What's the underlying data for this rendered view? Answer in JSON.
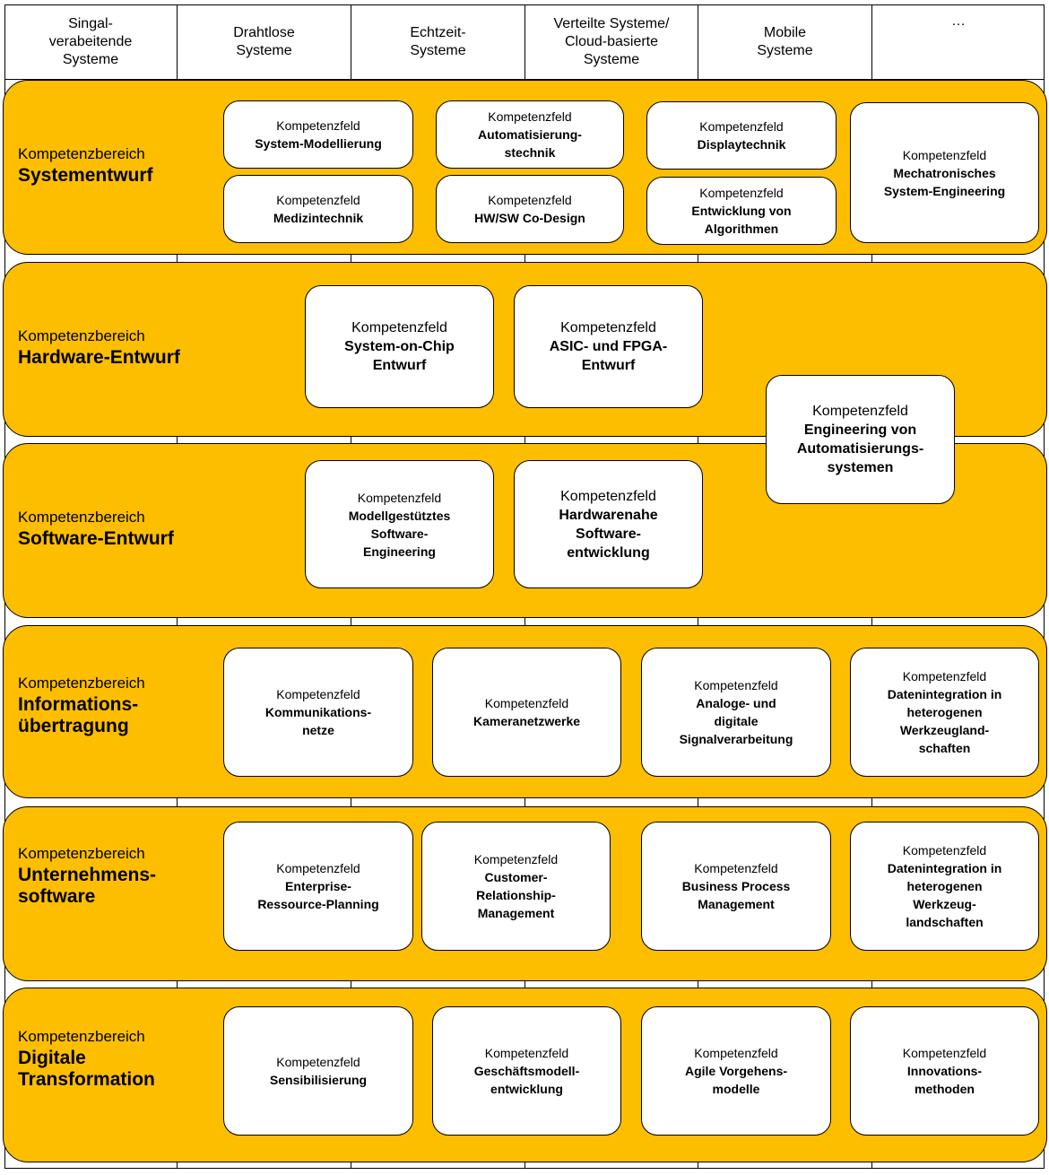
{
  "columns": [
    {
      "label": "Singal-\nverabeitende\nSysteme"
    },
    {
      "label": "Drahtlose\nSysteme"
    },
    {
      "label": "Echtzeit-\nSysteme"
    },
    {
      "label": "Verteilte Systeme/\nCloud-basierte\nSysteme"
    },
    {
      "label": "Mobile\nSysteme"
    },
    {
      "label": "…"
    }
  ],
  "field_prefix": "Kompetenzfeld",
  "areas": [
    {
      "prefix": "Kompetenzbereich",
      "name": "Systementwurf",
      "fields": [
        {
          "name": "System-Modellierung"
        },
        {
          "name": "Automatisierung-\nstechnik"
        },
        {
          "name": "Displaytechnik"
        },
        {
          "name": "Mechatronisches\nSystem-Engineering"
        },
        {
          "name": "Medizintechnik"
        },
        {
          "name": "HW/SW Co-Design"
        },
        {
          "name": "Entwicklung von\nAlgorithmen"
        }
      ]
    },
    {
      "prefix": "Kompetenzbereich",
      "name": "Hardware-Entwurf",
      "fields": [
        {
          "name": "System-on-Chip\nEntwurf"
        },
        {
          "name": "ASIC- und FPGA-\nEntwurf"
        }
      ]
    },
    {
      "prefix": "Kompetenzbereich",
      "name": "Software-Entwurf",
      "fields": [
        {
          "name": "Modellgestütztes\nSoftware-\nEngineering"
        },
        {
          "name": "Hardwarenahe\nSoftware-\nentwicklung"
        }
      ]
    },
    {
      "prefix": "Kompetenzbereich",
      "name": "Informations-\nübertragung",
      "fields": [
        {
          "name": "Kommunikations-\nnetze"
        },
        {
          "name": "Kameranetzwerke"
        },
        {
          "name": "Analoge- und\ndigitale\nSignalverarbeitung"
        },
        {
          "name": "Datenintegration in\nheterogenen\nWerkzeugland-\nschaften"
        }
      ]
    },
    {
      "prefix": "Kompetenzbereich",
      "name": "Unternehmens-\nsoftware",
      "fields": [
        {
          "name": "Enterprise-\nRessource-Planning"
        },
        {
          "name": "Customer-\nRelationship-\nManagement"
        },
        {
          "name": "Business Process\nManagement"
        },
        {
          "name": "Datenintegration in\nheterogenen\nWerkzeug-\nlandschaften"
        }
      ]
    },
    {
      "prefix": "Kompetenzbereich",
      "name": "Digitale\nTransformation",
      "fields": [
        {
          "name": "Sensibilisierung"
        },
        {
          "name": "Geschäftsmodell-\nentwicklung"
        },
        {
          "name": "Agile Vorgehens-\nmodelle"
        },
        {
          "name": "Innovations-\nmethoden"
        }
      ]
    }
  ],
  "cross_field": {
    "name": "Engineering von\nAutomatisierungs-\nsystemen"
  },
  "colors": {
    "band": "#fdbe00",
    "field": "#ffffff",
    "line": "#000000"
  }
}
